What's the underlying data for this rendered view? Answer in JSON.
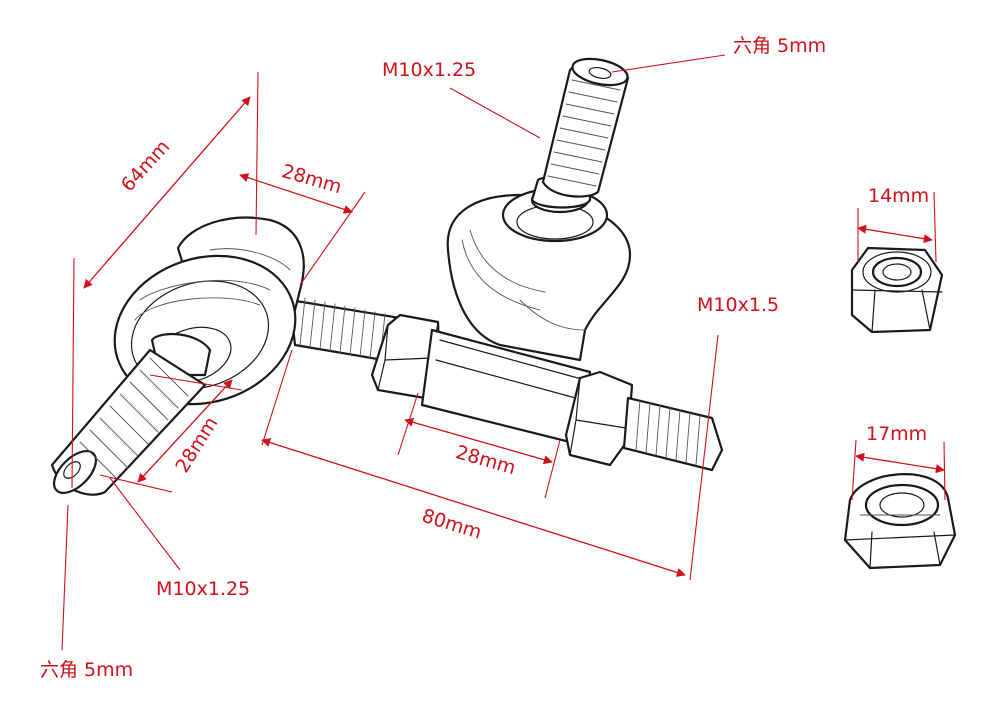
{
  "diagram": {
    "labels": {
      "overall_length": "64mm",
      "ball_stud_length": "28mm",
      "left_thread_length": "28mm",
      "sleeve_length": "28mm",
      "center_length": "80mm",
      "top_thread": "M10x1.25",
      "left_thread": "M10x1.25",
      "rod_thread": "M10x1.5",
      "top_hex": "六角 5mm",
      "left_hex": "六角 5mm",
      "nut_small": "14mm",
      "nut_large": "17mm"
    },
    "colors": {
      "dimension": "#d0101a",
      "outline": "#1a1a1a"
    }
  }
}
